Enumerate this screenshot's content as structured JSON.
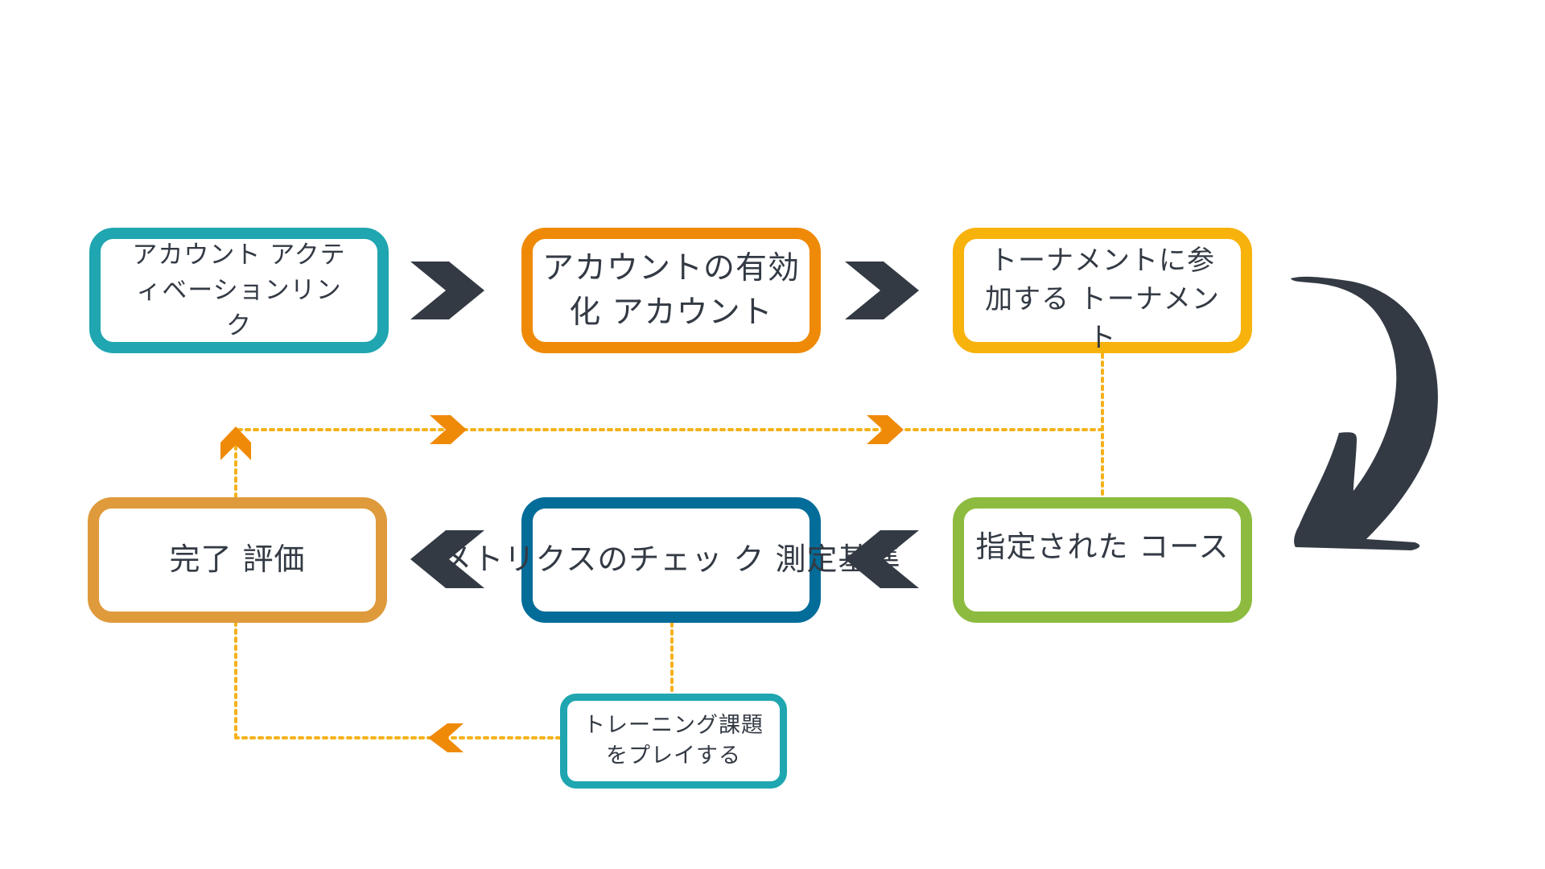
{
  "flowchart": {
    "nodes": {
      "activation_link": {
        "label": "アカウント アクテ\nィベーションリン\nク",
        "color": "#1fa6b0"
      },
      "account_enable": {
        "label": "アカウントの有効\n化 アカウント",
        "color": "#ef8a09"
      },
      "tournament": {
        "label": "トーナメントに参\n加する トーナメン\nト",
        "color": "#f7b20c"
      },
      "course": {
        "label": "指定された コース",
        "color": "#8dbb3f"
      },
      "metrics": {
        "label": "メトリクスのチェッ\nク 測定基準",
        "color": "#036c99"
      },
      "evaluation": {
        "label": "完了 評価",
        "color": "#df9a3c"
      },
      "training": {
        "label": "トレーニング課題\nをプレイする",
        "color": "#1fa6b0"
      }
    },
    "colors": {
      "chevron": "#333a44",
      "dotted_connector": "#f5b21a",
      "small_arrow": "#ef8a09",
      "curved_arrow": "#333a44"
    }
  }
}
